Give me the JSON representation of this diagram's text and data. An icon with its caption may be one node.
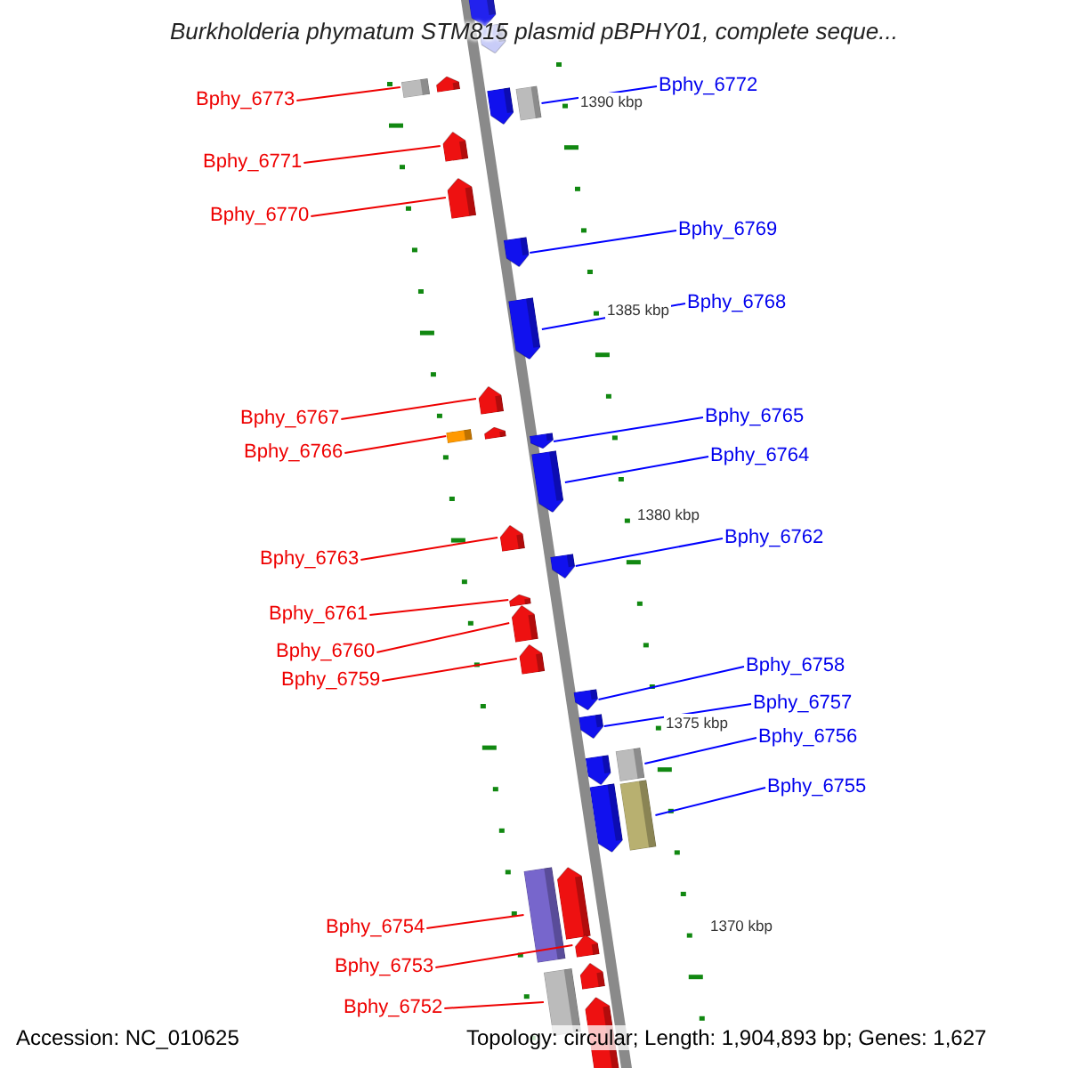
{
  "diagram": {
    "title": "Burkholderia phymatum STM815 plasmid pBPHY01, complete seque...",
    "nodes": [
      {
        "text": [],
        "shape": "arrow"
      },
      {
        "text": [],
        "shape": "arrow"
      },
      {
        "text": [
          "Bphy_6772"
        ]
      },
      {
        "text": [],
        "shape": "box"
      },
      {
        "text": [],
        "shape": "arrow"
      },
      {
        "text": [],
        "shape": "arrow"
      },
      {
        "text": [],
        "shape": "box"
      },
      {
        "text": [
          "Bphy_6773"
        ]
      },
      {
        "text": [],
        "shape": "arrow"
      },
      {
        "text": [
          "Bphy_6771"
        ]
      },
      {
        "text": [],
        "shape": "arrow"
      },
      {
        "text": [
          "Bphy_6770"
        ]
      },
      {
        "text": [
          "Bphy_6769"
        ]
      },
      {
        "text": [],
        "shape": "arrow"
      },
      {
        "text": [
          "Bphy_6768"
        ]
      },
      {
        "text": [],
        "shape": "arrow"
      },
      {
        "text": [],
        "shape": "arrow"
      },
      {
        "text": [
          "Bphy_6765"
        ]
      },
      {
        "text": [
          "Bphy_6767"
        ]
      },
      {
        "text": [],
        "shape": "box"
      },
      {
        "text": [],
        "shape": "arrow"
      },
      {
        "text": [],
        "shape": "arrow"
      },
      {
        "text": [
          "Bphy_6766"
        ]
      },
      {
        "text": [
          "Bphy_6764"
        ]
      },
      {
        "text": [],
        "shape": "arrow"
      },
      {
        "text": [],
        "shape": "arrow"
      },
      {
        "text": [
          "Bphy_6762"
        ]
      },
      {
        "text": [
          "Bphy_6763"
        ]
      },
      {
        "text": [],
        "shape": "arrow"
      },
      {
        "text": [],
        "shape": "arrow"
      },
      {
        "text": [
          "Bphy_6761"
        ]
      },
      {
        "text": [],
        "shape": "arrow"
      },
      {
        "text": [
          "Bphy_6760"
        ]
      },
      {
        "text": [],
        "shape": "arrow"
      },
      {
        "text": [
          "Bphy_6758"
        ]
      },
      {
        "text": [
          "Bphy_6759"
        ]
      },
      {
        "text": [],
        "shape": "arrow"
      },
      {
        "text": [
          "Bphy_6757"
        ]
      },
      {
        "text": [],
        "shape": "arrow"
      },
      {
        "text": [
          "Bphy_6756"
        ]
      },
      {
        "text": [],
        "shape": "box"
      },
      {
        "text": [],
        "shape": "arrow"
      },
      {
        "text": [
          "Bphy_6755"
        ]
      },
      {
        "text": [],
        "shape": "arrow"
      },
      {
        "text": [],
        "shape": "box"
      },
      {
        "text": [],
        "shape": "box"
      },
      {
        "text": [],
        "shape": "arrow"
      },
      {
        "text": [
          "Bphy_6754"
        ]
      },
      {
        "text": [],
        "shape": "arrow"
      },
      {
        "text": [
          "Bphy_6753"
        ]
      },
      {
        "text": [],
        "shape": "arrow"
      },
      {
        "text": [],
        "shape": "box"
      },
      {
        "text": [],
        "shape": "arrow"
      },
      {
        "text": [
          "Bphy_6752"
        ]
      }
    ],
    "edges": [
      {
        "from": 7,
        "to": 3,
        "arrow": "none"
      },
      {
        "from": 2,
        "to": 6,
        "arrow": "none",
        "color": "#0000ff"
      },
      {
        "from": 9,
        "to": 8,
        "arrow": "none"
      },
      {
        "from": 11,
        "to": 10,
        "arrow": "none"
      },
      {
        "from": 12,
        "to": 13,
        "arrow": "none",
        "color": "#0000ff"
      },
      {
        "from": 14,
        "to": 15,
        "arrow": "none",
        "color": "#0000ff"
      },
      {
        "from": 18,
        "to": 16,
        "arrow": "none"
      },
      {
        "from": 17,
        "to": 21,
        "arrow": "none",
        "color": "#0000ff"
      },
      {
        "from": 22,
        "to": 19,
        "arrow": "none"
      },
      {
        "from": 23,
        "to": 24,
        "arrow": "none",
        "color": "#0000ff"
      },
      {
        "from": 27,
        "to": 25,
        "arrow": "none"
      },
      {
        "from": 26,
        "to": 28,
        "arrow": "none",
        "color": "#0000ff"
      },
      {
        "from": 30,
        "to": 29,
        "arrow": "none"
      },
      {
        "from": 32,
        "to": 31,
        "arrow": "none"
      },
      {
        "from": 35,
        "to": 33,
        "arrow": "none"
      },
      {
        "from": 34,
        "to": 36,
        "arrow": "none",
        "color": "#0000ff"
      },
      {
        "from": 37,
        "to": 38,
        "arrow": "none",
        "color": "#0000ff"
      },
      {
        "from": 39,
        "to": 40,
        "arrow": "none",
        "color": "#0000ff"
      },
      {
        "from": 42,
        "to": 44,
        "arrow": "none",
        "color": "#0000ff"
      },
      {
        "from": 47,
        "to": 45,
        "arrow": "none"
      },
      {
        "from": 49,
        "to": 48,
        "arrow": "none"
      },
      {
        "from": 53,
        "to": 51,
        "arrow": "none"
      }
    ],
    "labels": [
      "1390 kbp",
      "1385 kbp",
      "1380 kbp",
      "1375 kbp",
      "1370 kbp",
      "Accession: NC_010625",
      "Topology: circular; Length: 1,904,893 bp; Genes: 1,627"
    ]
  }
}
